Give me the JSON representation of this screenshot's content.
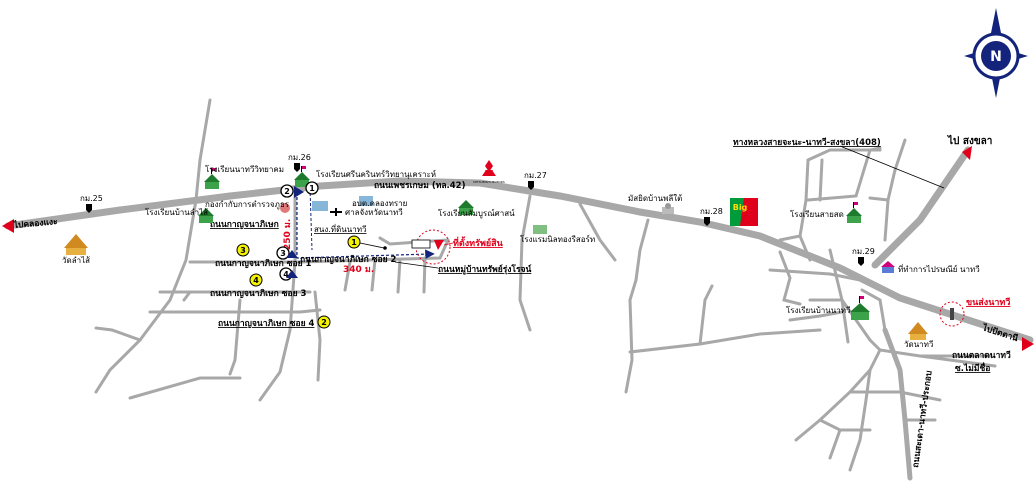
{
  "roads": {
    "main_highway": "ถนนเพชรเกษม (ทล.42)",
    "songkhla_route": "ทางหลวงสายจะนะ-นาทวี-สงขลา(408)",
    "soi_kanchana_2": "ถนนกาญจนาภิเษก ซอย 2",
    "soi_kanchana_3": "ถนนกาญจนาภิเษก ซอย 3",
    "soi_kanchana_4": "ถนนกาญจนาภิเษก ซอย 4",
    "soi_kanchana_1": "ถนนกาญจนาภิเษก ซอย 1",
    "kanchana_road": "ถนนกาญจนาภิเษก",
    "village_road": "ถนนหมู่บ้านทรัพย์รุ่งโรจน์",
    "sadao_road": "ถนนสะเดา-นาทวี-ประกอบ",
    "soi_no_name": "ซ.ไม่มีชื่อ",
    "talat_road": "ถนนตลาดนาทวี"
  },
  "destinations": {
    "songkhla": "ไป สงขลา",
    "khlong_ngae": "ไปคลองแงะ",
    "pattani": "ไปปัตตานี"
  },
  "km_markers": {
    "km25": "กม.25",
    "km26": "กม.26",
    "km27": "กม.27",
    "km28": "กม.28",
    "km29": "กม.29"
  },
  "places": {
    "school_natawee_witthayakhom": "โรงเรียนนาทวีวิทยาคม",
    "school_srinakharin": "โรงเรียนศรีนครินทร์วิทยานุเคราะห์",
    "school_ban_lamsai": "โรงเรียนบ้านลำไส้",
    "office": "กองกำกับการตำรวจภูธร",
    "abt": "อบต.คลองทราย",
    "court": "ศาลจังหวัดนาทวี",
    "land_office": "สนง.ที่ดินนาทวี",
    "school_boonsala": "โรงเรียนสัมบูรณ์ศาสน์",
    "hotel": "โรงแรมนิลทองรีสอร์ท",
    "mosque": "มัสยิดบ้านพลีใต้",
    "school_sai_sot": "โรงเรียนสายสด",
    "district_office": "ที่ทำการไปรษณีย์ นาทวี",
    "school_ban_natawee": "โรงเรียนบ้านนาทวี",
    "temple_lamsai": "วัดลำไส้",
    "temple_natawee": "วัดนาทวี",
    "bus_station": "ขนส่งนาทวี",
    "property": "ที่ตั้งทรัพย์สิน",
    "brand_big": "Big",
    "mitsubishi": "MITSUBISHI MOTORS"
  },
  "distances": {
    "d1": "250 ม.",
    "d2": "340 ม."
  },
  "markers": [
    "1",
    "2",
    "3",
    "4",
    "2",
    "3",
    "4"
  ],
  "compass": {
    "letter": "N"
  },
  "colors": {
    "road": "#a8a8a8",
    "property": "#e0001b",
    "marker": "#f4f200",
    "compass": "#14247c",
    "big_green": "#009b3a",
    "big_red": "#e0001b"
  }
}
